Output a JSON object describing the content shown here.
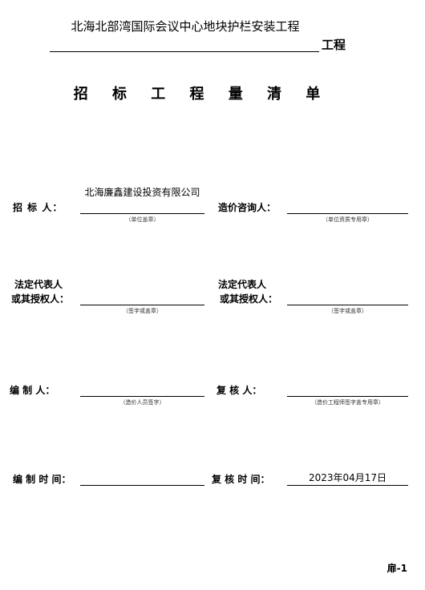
{
  "project": {
    "name": "北海北部湾国际会议中心地块护栏安装工程",
    "suffix": "工程"
  },
  "title": "招 标 工 程 量 清 单",
  "fields": {
    "tenderer": {
      "label": "招   标   人：",
      "value": "北海廉鑫建设投资有限公司",
      "note": "（单位盖章）"
    },
    "consultant": {
      "label": "造价咨询人：",
      "value": "",
      "note": "（单位资质专用章）"
    },
    "legal_rep_left": {
      "label_line1": "法定代表人",
      "label_line2": "或其授权人：",
      "value": "",
      "note": "（签字或盖章）"
    },
    "legal_rep_right": {
      "label_line1": "法定代表人",
      "label_line2": "或其授权人：",
      "value": "",
      "note": "（签字或盖章）"
    },
    "compiler": {
      "label": "编   制   人：",
      "value": "",
      "note": "（造价人员签字）"
    },
    "reviewer": {
      "label": "复   核   人：",
      "value": "",
      "note": "（造价工程师签字盖专用章）"
    },
    "compile_time": {
      "label": "编 制 时 间：",
      "value": ""
    },
    "review_time": {
      "label": "复 核 时 间：",
      "value": "2023年04月17日"
    }
  },
  "page_number": "扉-1"
}
